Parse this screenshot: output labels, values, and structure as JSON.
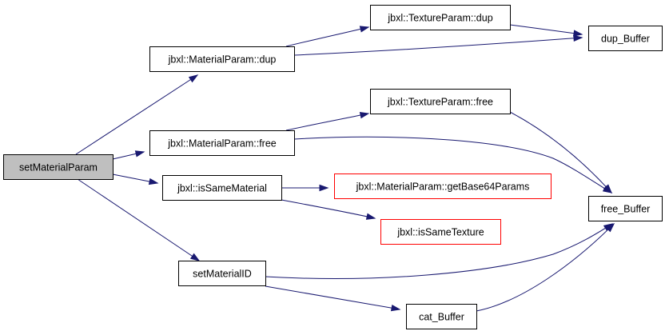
{
  "graph": {
    "nodes": [
      {
        "id": "n_setMaterialParam",
        "label": "setMaterialParam",
        "fill": "#bfbfbf",
        "border": "#000000"
      },
      {
        "id": "n_mp_dup",
        "label": "jbxl::MaterialParam::dup",
        "fill": "#ffffff",
        "border": "#000000"
      },
      {
        "id": "n_mp_free",
        "label": "jbxl::MaterialParam::free",
        "fill": "#ffffff",
        "border": "#000000"
      },
      {
        "id": "n_isSameMaterial",
        "label": "jbxl::isSameMaterial",
        "fill": "#ffffff",
        "border": "#000000"
      },
      {
        "id": "n_setMaterialID",
        "label": "setMaterialID",
        "fill": "#ffffff",
        "border": "#000000"
      },
      {
        "id": "n_tp_dup",
        "label": "jbxl::TextureParam::dup",
        "fill": "#ffffff",
        "border": "#000000"
      },
      {
        "id": "n_tp_free",
        "label": "jbxl::TextureParam::free",
        "fill": "#ffffff",
        "border": "#000000"
      },
      {
        "id": "n_getBase64Params",
        "label": "jbxl::MaterialParam::getBase64Params",
        "fill": "#ffffff",
        "border": "#ff0000"
      },
      {
        "id": "n_isSameTexture",
        "label": "jbxl::isSameTexture",
        "fill": "#ffffff",
        "border": "#ff0000"
      },
      {
        "id": "n_cat_Buffer",
        "label": "cat_Buffer",
        "fill": "#ffffff",
        "border": "#000000"
      },
      {
        "id": "n_dup_Buffer",
        "label": "dup_Buffer",
        "fill": "#ffffff",
        "border": "#000000"
      },
      {
        "id": "n_free_Buffer",
        "label": "free_Buffer",
        "fill": "#ffffff",
        "border": "#000000"
      }
    ],
    "edges": [
      {
        "from": "n_setMaterialParam",
        "to": "n_mp_dup"
      },
      {
        "from": "n_setMaterialParam",
        "to": "n_mp_free"
      },
      {
        "from": "n_setMaterialParam",
        "to": "n_isSameMaterial"
      },
      {
        "from": "n_setMaterialParam",
        "to": "n_setMaterialID"
      },
      {
        "from": "n_mp_dup",
        "to": "n_tp_dup"
      },
      {
        "from": "n_mp_dup",
        "to": "n_dup_Buffer"
      },
      {
        "from": "n_tp_dup",
        "to": "n_dup_Buffer"
      },
      {
        "from": "n_mp_free",
        "to": "n_tp_free"
      },
      {
        "from": "n_mp_free",
        "to": "n_free_Buffer"
      },
      {
        "from": "n_tp_free",
        "to": "n_free_Buffer"
      },
      {
        "from": "n_isSameMaterial",
        "to": "n_getBase64Params"
      },
      {
        "from": "n_isSameMaterial",
        "to": "n_isSameTexture"
      },
      {
        "from": "n_setMaterialID",
        "to": "n_free_Buffer"
      },
      {
        "from": "n_setMaterialID",
        "to": "n_cat_Buffer"
      },
      {
        "from": "n_cat_Buffer",
        "to": "n_free_Buffer"
      }
    ],
    "edge_color": "#191970"
  }
}
